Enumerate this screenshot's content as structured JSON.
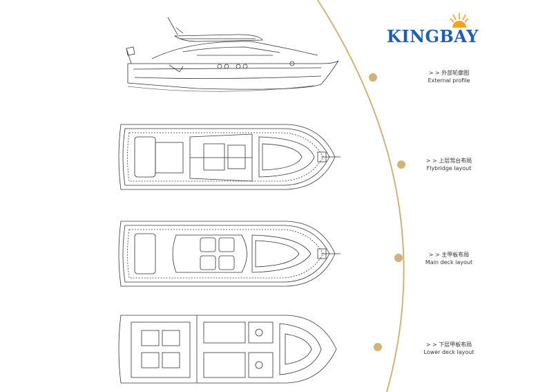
{
  "brand": {
    "name": "KINGBAY",
    "color": "#1f5fae",
    "accent": "#f2a51a"
  },
  "timeline_color": "#d2b27a",
  "sections": [
    {
      "zh": "> > 外部轮廓图",
      "en": "External profile"
    },
    {
      "zh": "> > 上层驾台布局",
      "en": "Flybridge layout"
    },
    {
      "zh": "> > 主甲板布局",
      "en": "Main deck layout"
    },
    {
      "zh": "> > 下层甲板布局",
      "en": "Lower deck layout"
    }
  ]
}
